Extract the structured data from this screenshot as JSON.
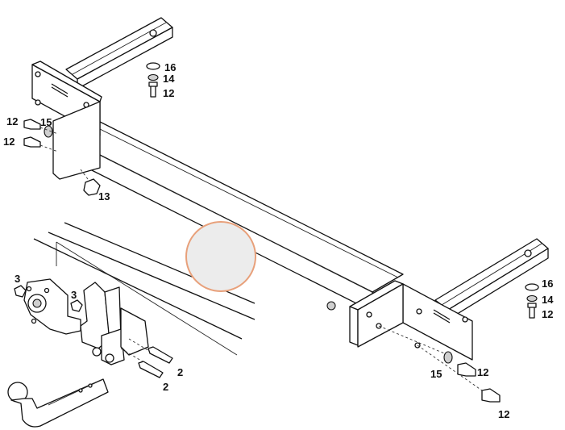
{
  "callouts": {
    "top_bolt_16": "16",
    "top_bolt_14": "14",
    "top_bolt_12": "12",
    "left_bolt_upper_12": "12",
    "left_washer_15": "15",
    "left_bolt_lower_12": "12",
    "left_nut_13": "13",
    "bracket_nut_3_left": "3",
    "bracket_nut_3_right": "3",
    "bracket_bolt_2_upper": "2",
    "bracket_bolt_2_lower": "2",
    "right_washer_16": "16",
    "right_washer_14": "14",
    "right_bolt_12": "12",
    "right_washer_15": "15",
    "right_bolt_upper_12": "12",
    "right_bolt_lower_12": "12"
  },
  "colors": {
    "line": "#111111",
    "part_fill": "#ffffff",
    "marker_fill": "#ececec",
    "marker_stroke": "#e8a07a"
  }
}
